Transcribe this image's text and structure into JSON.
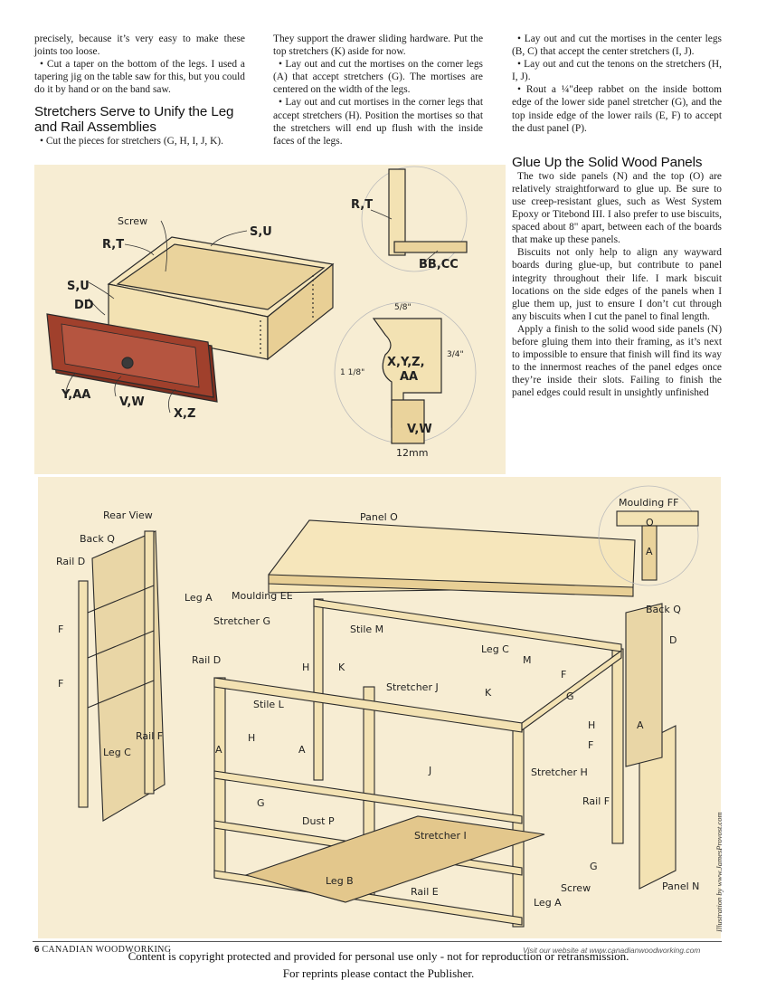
{
  "col1": {
    "p1": "precisely, because it’s very easy to make these joints too loose.",
    "p2": "• Cut a taper on the bottom of the legs. I used a tapering jig on the table saw for this, but you could do it by hand or on the band saw.",
    "heading": "Stretchers Serve to Unify the Leg and Rail Assemblies",
    "p3": "• Cut the pieces for stretchers (G, H, I, J, K)."
  },
  "col2": {
    "p1": "They support the drawer sliding hardware. Put the top stretchers (K) aside for now.",
    "p2": "• Lay out and cut the mortises on the corner legs (A) that accept stretchers (G). The mortises are centered on the width of the legs.",
    "p3": "• Lay out and cut mortises in the corner legs that accept stretchers (H). Position the mortises so that the stretchers will end up flush with the inside faces of the legs."
  },
  "col3": {
    "p1": "• Lay out and cut the mortises in the center legs (B, C) that accept the center stretchers (I, J).",
    "p2": "• Lay out and cut the tenons on the stretchers (H, I, J).",
    "p3": "• Rout a ¼\"deep rabbet on the inside bottom edge of the lower side panel stretcher (G), and the top inside edge of the lower rails (E, F) to accept the dust panel (P).",
    "heading": "Glue Up the Solid Wood Panels",
    "p4": "The two side panels (N) and the top (O) are relatively straightforward to glue up. Be sure to use creep-resistant glues, such as West System Epoxy or Titebond III. I also prefer to use biscuits, spaced about 8\" apart, between each of the boards that make up these panels.",
    "p5": "Biscuits not only help to align any wayward boards during glue-up, but contribute to panel integrity throughout their life. I mark biscuit locations on the side edges of the panels when I glue them up, just to ensure I don’t cut through any biscuits when I cut the panel to final length.",
    "p6": "Apply a finish to the solid wood side panels (N) before gluing them into their framing, as it’s next to impossible to ensure that finish will find its way to the innermost reaches of the panel edges once they’re inside their slots. Failing to finish the panel edges could result in unsightly unfinished"
  },
  "drawer_labels": {
    "screw": "Screw",
    "su_top": "S,U",
    "rt_left": "R,T",
    "su_left": "S,U",
    "dd": "DD",
    "yaa": "Y,AA",
    "vw_left": "V,W",
    "xz": "X,Z",
    "rt_detail": "R,T",
    "bbcc": "BB,CC",
    "dim_58": "5/8\"",
    "dim_34": "3/4\"",
    "dim_118": "1 1/8\"",
    "xyzaa_1": "X,Y,Z,",
    "xyzaa_2": "AA",
    "vw_detail": "V,W",
    "dim_12mm": "12mm"
  },
  "dresser_labels": {
    "rear_view": "Rear View",
    "back_q_left": "Back Q",
    "rail_d_left": "Rail D",
    "f1": "F",
    "f2": "F",
    "rail_f_left": "Rail F",
    "leg_c_left": "Leg C",
    "panel_o": "Panel O",
    "moulding_ff": "Moulding FF",
    "ff_o": "O",
    "ff_a": "A",
    "leg_a_top": "Leg A",
    "moulding_ee": "Moulding EE",
    "stretcher_g": "Stretcher G",
    "stile_m_left": "Stile M",
    "leg_c_mid": "Leg C",
    "back_q_right": "Back Q",
    "d_right": "D",
    "rail_d_front": "Rail D",
    "h1": "H",
    "k1": "K",
    "m_right": "M",
    "f_right1": "F",
    "stretcher_j": "Stretcher J",
    "k2": "K",
    "g_right": "G",
    "stile_l": "Stile L",
    "h_right": "H",
    "a_side": "A",
    "a_front": "A",
    "h2": "H",
    "a_mid": "A",
    "f_right2": "F",
    "j_mid": "J",
    "stretcher_h": "Stretcher H",
    "rail_f_right": "Rail F",
    "g_left": "G",
    "dust_p": "Dust P",
    "stretcher_i": "Stretcher I",
    "g_bottom": "G",
    "screw": "Screw",
    "panel_n": "Panel N",
    "leg_b": "Leg B",
    "rail_e": "Rail E",
    "leg_a_bottom": "Leg A"
  },
  "footer": {
    "page_number": "6",
    "publication": "CANADIAN WOODWORKING",
    "website": "Visit our website at www.canadianwoodworking.com",
    "notice_line1": "Content is copyright protected and provided for personal use only  - not for reproduction or retransmission.",
    "notice_line2": "For reprints please contact the Publisher.",
    "illustration_credit": "Illustration by www.JamesProvost.com"
  },
  "colors": {
    "panel_bg": "#f7edd3",
    "wood_light": "#f3e2b3",
    "wood_mid": "#e8cf95",
    "drawer_front": "#a0402c",
    "outline": "#2a2a2a"
  }
}
